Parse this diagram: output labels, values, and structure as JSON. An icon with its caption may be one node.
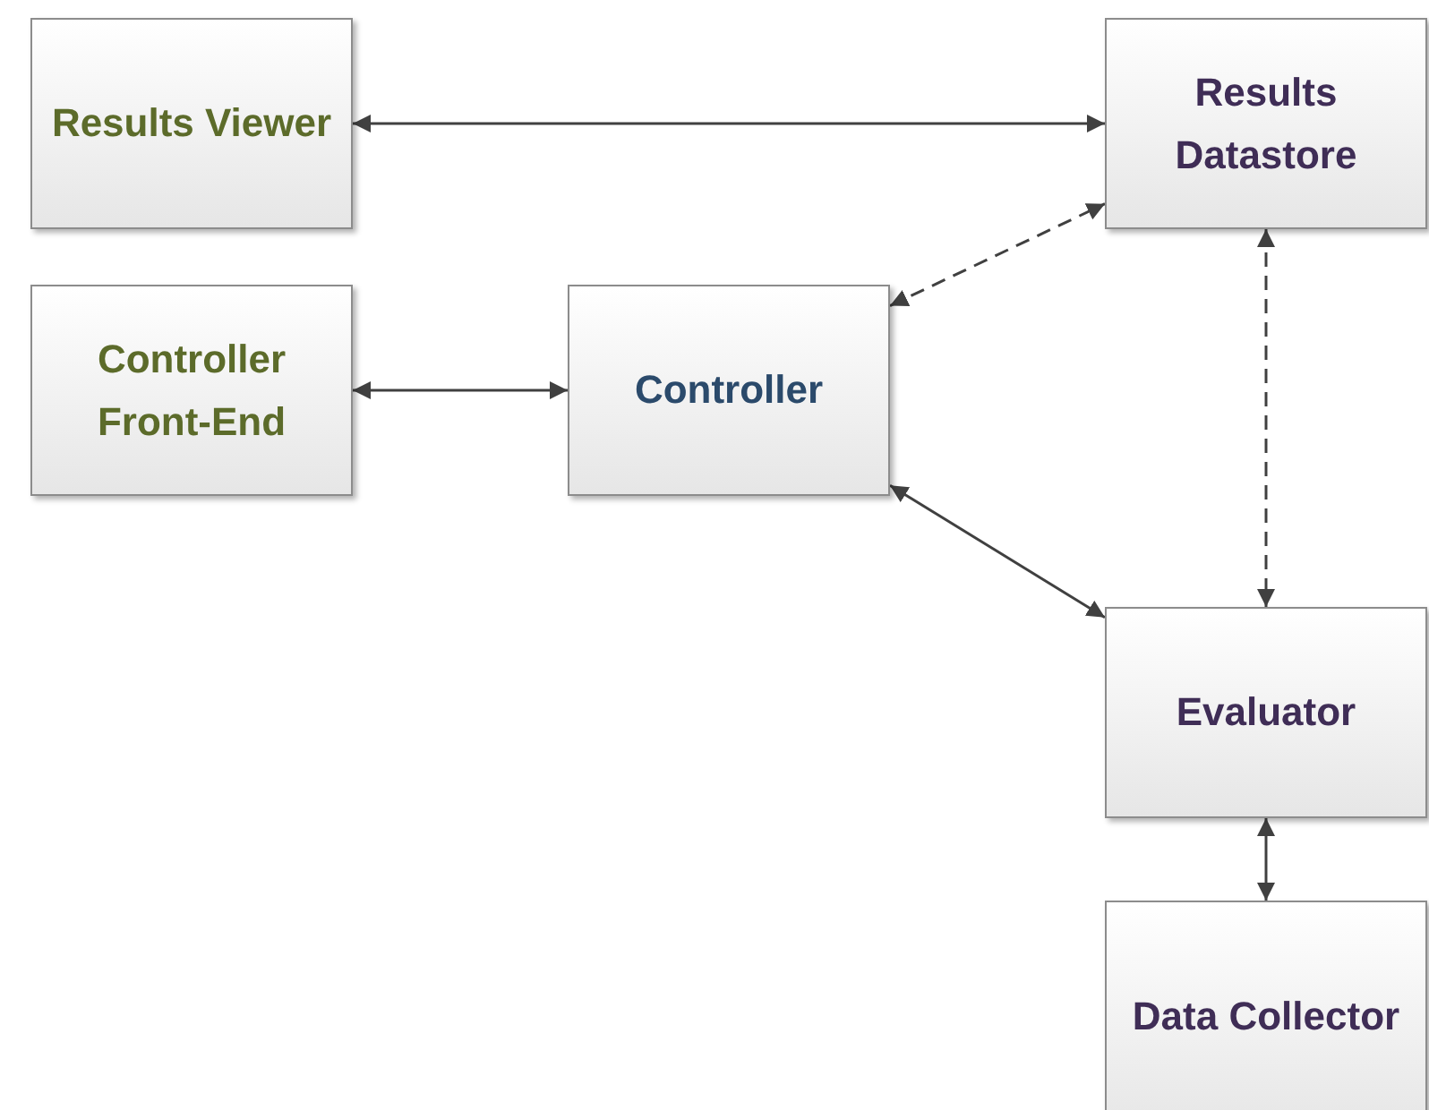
{
  "diagram": {
    "nodes": [
      {
        "text": [
          "Results Viewer"
        ]
      },
      {
        "text": [
          "Results Datastore"
        ]
      },
      {
        "text": [
          "Controller Front-End"
        ]
      },
      {
        "text": [
          "Controller"
        ]
      },
      {
        "text": [
          "Evaluator"
        ]
      },
      {
        "text": [
          "Data Collector"
        ]
      }
    ],
    "edges": [
      {
        "from": 0,
        "to": 1,
        "arrow": "both"
      },
      {
        "from": 2,
        "to": 3,
        "arrow": "both"
      },
      {
        "from": 3,
        "to": 1,
        "arrow": "both",
        "style": "dashed"
      },
      {
        "from": 1,
        "to": 4,
        "arrow": "both",
        "style": "dashed"
      },
      {
        "from": 3,
        "to": 4,
        "arrow": "both"
      },
      {
        "from": 4,
        "to": 5,
        "arrow": "both"
      }
    ]
  }
}
